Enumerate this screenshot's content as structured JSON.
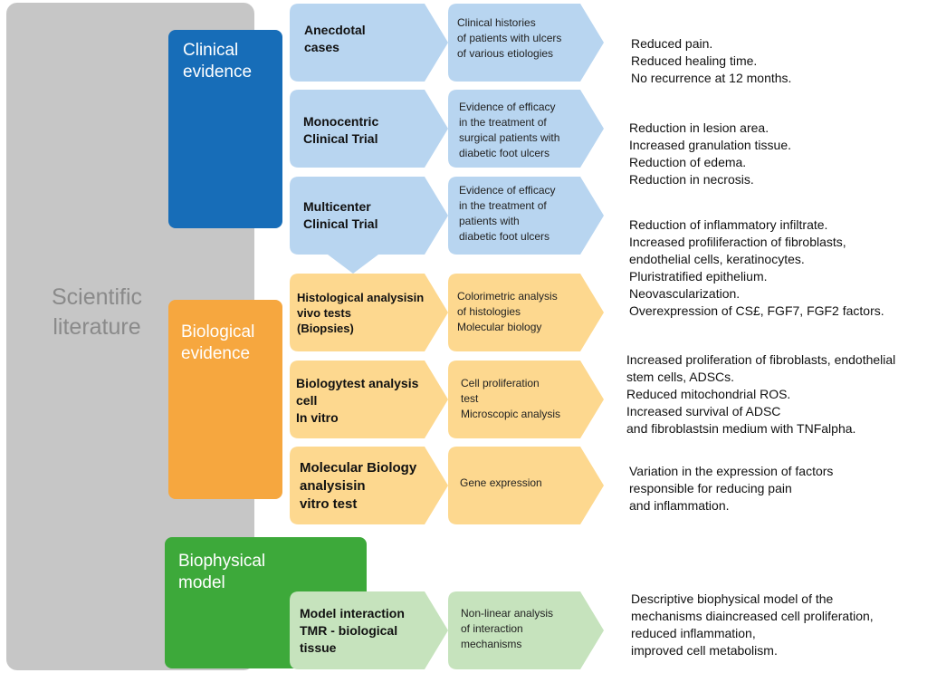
{
  "root": {
    "label": "Scientific\nliterature"
  },
  "categories": [
    {
      "label": "Clinical\nevidence",
      "color": "#176db8"
    },
    {
      "label": "Biological\nevidence",
      "color": "#f6a73f"
    },
    {
      "label": "Biophysical\nmodel",
      "color": "#3da93a"
    }
  ],
  "colors": {
    "root_gray": "#c6c6c6",
    "clinical_arrow": "#b8d5f0",
    "biological_arrow": "#fdd88f",
    "biophysical_arrow": "#c6e3bd"
  },
  "rows": [
    {
      "method": "Anecdotal\ncases",
      "detail": "Clinical histories\nof patients with ulcers\nof various etiologies",
      "outcome": "Reduced pain.\nReduced healing time.\nNo recurrence at 12 months."
    },
    {
      "method": "Monocentric\nClinical Trial",
      "detail": "Evidence of efficacy\nin the treatment of\nsurgical patients with\ndiabetic foot ulcers",
      "outcome": "Reduction in lesion area.\nIncreased granulation tissue.\nReduction of edema.\nReduction in necrosis."
    },
    {
      "method": "Multicenter\nClinical Trial",
      "detail": "Evidence of efficacy\nin the treatment of\npatients with\ndiabetic foot ulcers",
      "outcome": "Reduction of inflammatory infiltrate.\nIncreased profiliferaction of fibroblasts,\nendothelial cells, keratinocytes.\nPluristratified epithelium.\nNeovascularization.\nOverexpression of CS£, FGF7, FGF2 factors."
    },
    {
      "method": "Histological analysisin\nvivo tests\n(Biopsies)",
      "detail": "Colorimetric analysis\nof histologies\nMolecular biology",
      "outcome": ""
    },
    {
      "method": "Biologytest analysis\ncell\nIn vitro",
      "detail": "Cell proliferation\ntest\nMicroscopic analysis",
      "outcome": "Increased proliferation of fibroblasts, endothelial\nstem cells, ADSCs.\nReduced mitochondrial ROS.\nIncreased survival of ADSC\nand fibroblastsin medium with TNFalpha."
    },
    {
      "method": "Molecular Biology\nanalysisin\nvitro test",
      "detail": "Gene expression",
      "outcome": "Variation in the expression of factors\nresponsible for reducing pain\nand inflammation."
    },
    {
      "method": "Model interaction\nTMR - biological\ntissue",
      "detail": "Non-linear analysis\nof interaction\nmechanisms",
      "outcome": "Descriptive biophysical model of the\nmechanisms diaincreased cell proliferation,\nreduced inflammation,\nimproved cell metabolism."
    }
  ]
}
